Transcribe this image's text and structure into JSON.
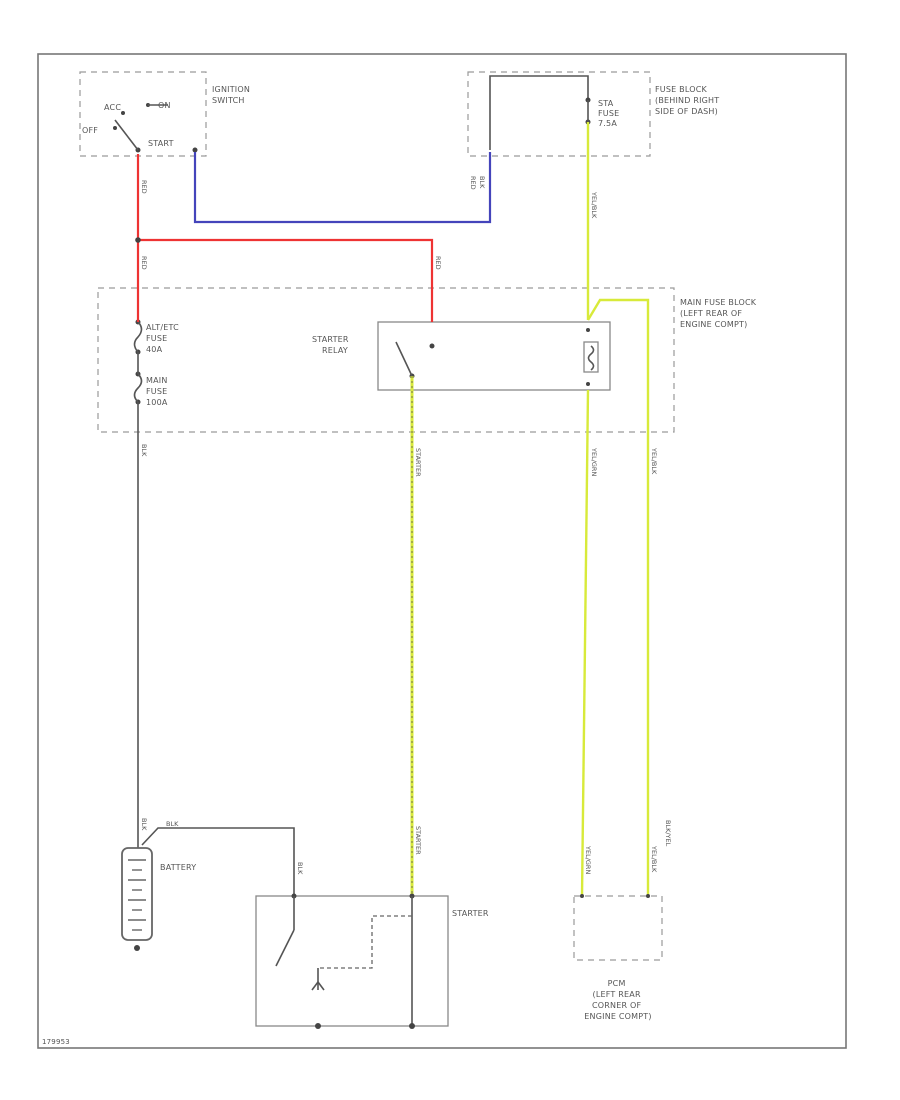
{
  "colors": {
    "red": "#ee3333",
    "blue": "#4444bb",
    "yellow": "#d8ea3a",
    "black": "#555555",
    "frame": "#777777"
  },
  "labels": {
    "ignition_switch": [
      "IGNITION",
      "SWITCH"
    ],
    "acc": "ACC",
    "on": "ON",
    "off": "OFF",
    "start": "START",
    "fuse_block": [
      "FUSE BLOCK",
      "(BEHIND RIGHT",
      "SIDE OF DASH)"
    ],
    "sta_fuse": [
      "STA",
      "FUSE",
      "7.5A"
    ],
    "main_fuse_block": [
      "MAIN FUSE BLOCK",
      "(LEFT REAR OF",
      "ENGINE COMPT)"
    ],
    "alt_fuse": [
      "ALT/ETC",
      "FUSE",
      "40A"
    ],
    "main_fuse": [
      "MAIN",
      "FUSE",
      "100A"
    ],
    "starter_relay": [
      "STARTER",
      "RELAY"
    ],
    "battery": "BATTERY",
    "starter": "STARTER",
    "pcm": [
      "PCM",
      "(LEFT REAR",
      "CORNER OF",
      "ENGINE COMPT)"
    ],
    "footer_code": "179953"
  },
  "wire_labels": {
    "red": "RED",
    "blk_red": [
      "BLK",
      "RED"
    ],
    "blk": "BLK",
    "yel_blk": "YEL/BLK",
    "blk_yel": "BLK/YEL",
    "yel_grn": "YEL/GRN",
    "starter": "STARTER"
  }
}
